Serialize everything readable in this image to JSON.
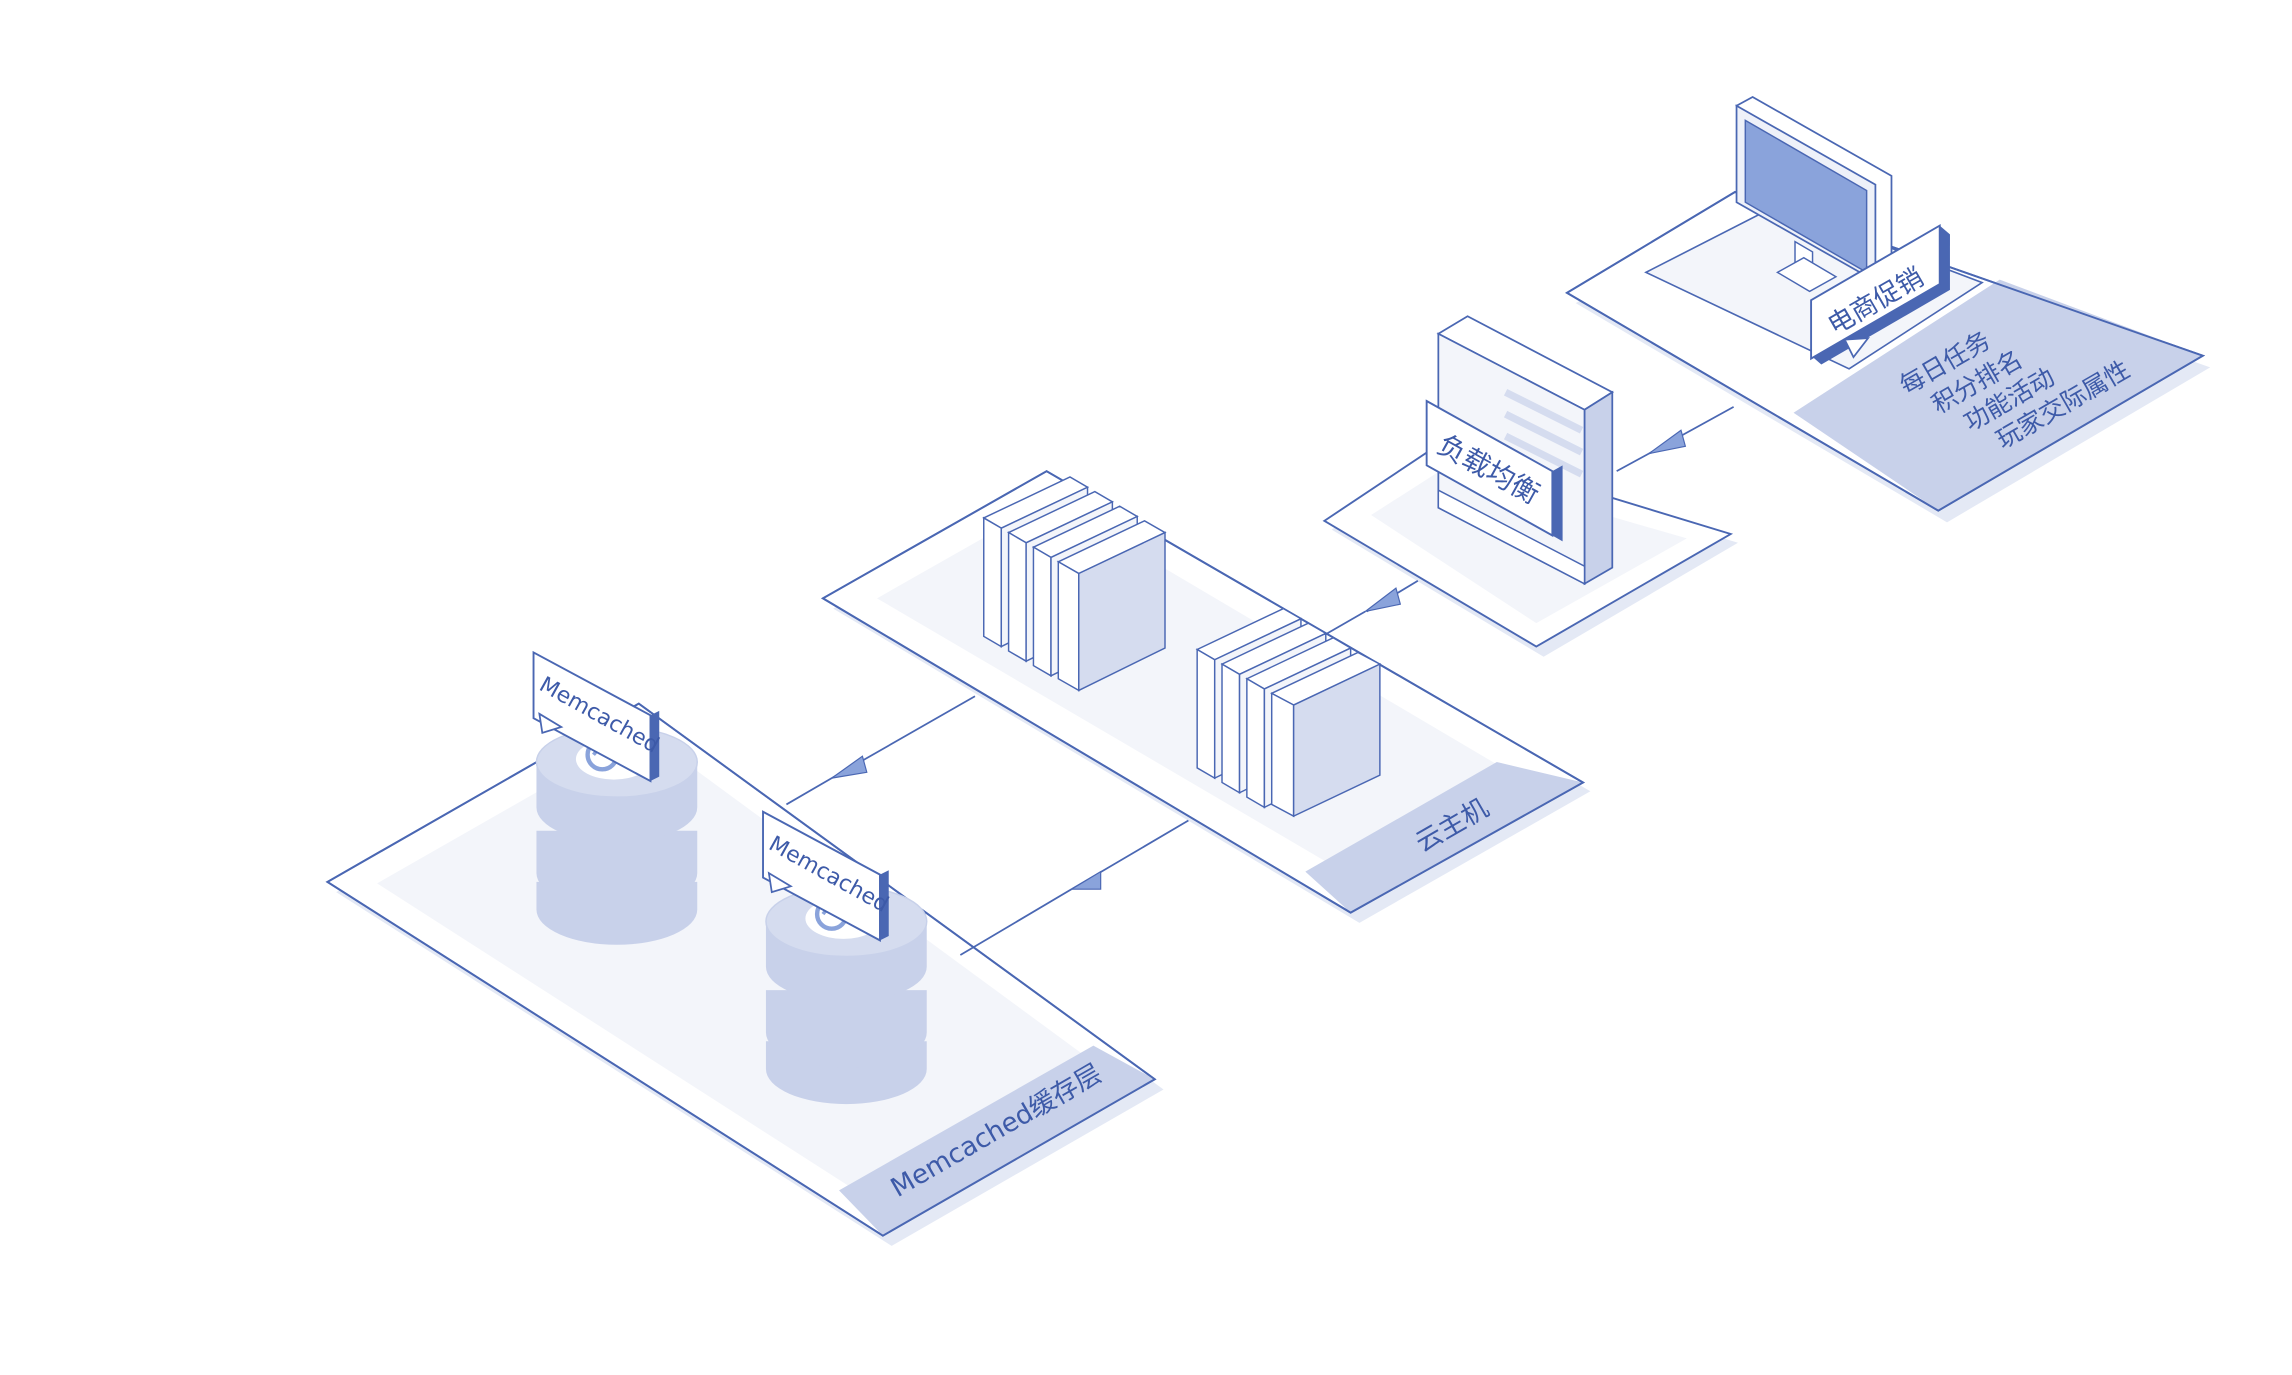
{
  "colors": {
    "line": "#4a67b3",
    "fill_dark": "#c8d1ea",
    "fill_mid": "#d5dcef",
    "fill_light": "#f3f5fa",
    "fill_white": "#ffffff",
    "screen": "#8aa3db",
    "text": "#3d5aa8"
  },
  "promo": {
    "badge": "电商促销",
    "lines": [
      "每日任务",
      "积分排名",
      "功能活动",
      "玩家交际属性"
    ]
  },
  "load_balancer": {
    "badge": "负载均衡"
  },
  "cloud_hosts": {
    "label": "云主机"
  },
  "cache_layer": {
    "label": "Memcached缓存层",
    "node_badge_1": "Memcached",
    "node_badge_2": "Memcached"
  }
}
